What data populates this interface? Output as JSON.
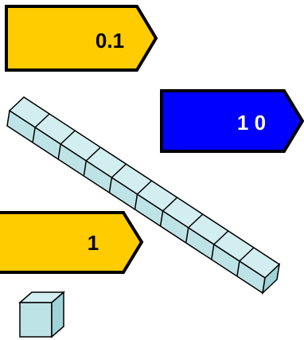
{
  "arrows": [
    {
      "label": "0.1",
      "fill": "#FFCC00",
      "text_color": "#000000"
    },
    {
      "label": "1 0",
      "fill": "#0000FF",
      "text_color": "#FFFFFF"
    },
    {
      "label": "1",
      "fill": "#FFCC00",
      "text_color": "#000000"
    }
  ],
  "colors": {
    "cube_top": "#D2EEF0",
    "cube_front": "#BEE3E6",
    "cube_side": "#9FD3D8",
    "outline": "#000000"
  },
  "rod": {
    "cube_count": 10
  }
}
